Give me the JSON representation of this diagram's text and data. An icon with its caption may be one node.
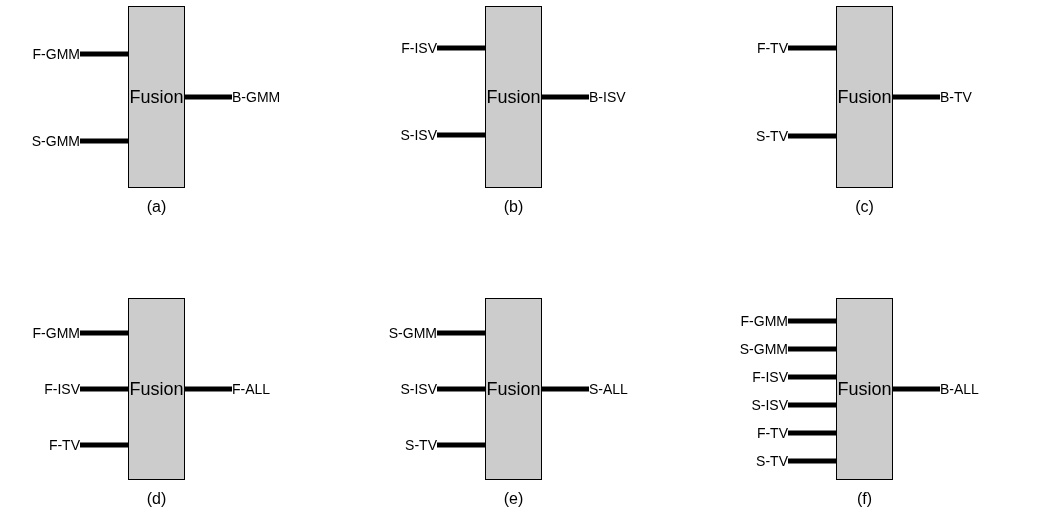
{
  "diagram": {
    "nodes": [
      {
        "text": [
          "Fusion"
        ],
        "beside": [
          "(a)"
        ]
      },
      {
        "text": [
          "F-GMM"
        ]
      },
      {
        "text": [
          "S-GMM"
        ]
      },
      {
        "text": [
          "B-GMM"
        ]
      },
      {
        "text": [
          "Fusion"
        ],
        "beside": [
          "(b)"
        ]
      },
      {
        "text": [
          "F-ISV"
        ]
      },
      {
        "text": [
          "S-ISV"
        ]
      },
      {
        "text": [
          "B-ISV"
        ]
      },
      {
        "text": [
          "Fusion"
        ],
        "beside": [
          "(c)"
        ]
      },
      {
        "text": [
          "F-TV"
        ]
      },
      {
        "text": [
          "S-TV"
        ]
      },
      {
        "text": [
          "B-TV"
        ]
      },
      {
        "text": [
          "Fusion"
        ],
        "beside": [
          "(d)"
        ]
      },
      {
        "text": [
          "F-GMM"
        ]
      },
      {
        "text": [
          "F-ISV"
        ]
      },
      {
        "text": [
          "F-TV"
        ]
      },
      {
        "text": [
          "F-ALL"
        ]
      },
      {
        "text": [
          "Fusion"
        ],
        "beside": [
          "(e)"
        ]
      },
      {
        "text": [
          "S-GMM"
        ]
      },
      {
        "text": [
          "S-ISV"
        ]
      },
      {
        "text": [
          "S-TV"
        ]
      },
      {
        "text": [
          "S-ALL"
        ]
      },
      {
        "text": [
          "Fusion"
        ],
        "beside": [
          "(f)"
        ]
      },
      {
        "text": [
          "F-GMM"
        ]
      },
      {
        "text": [
          "S-GMM"
        ]
      },
      {
        "text": [
          "F-ISV"
        ]
      },
      {
        "text": [
          "S-ISV"
        ]
      },
      {
        "text": [
          "F-TV"
        ]
      },
      {
        "text": [
          "S-TV"
        ]
      },
      {
        "text": [
          "B-ALL"
        ]
      }
    ],
    "edges": [
      {
        "from": 1,
        "to": 0,
        "arrow": "none"
      },
      {
        "from": 2,
        "to": 0,
        "arrow": "none"
      },
      {
        "from": 0,
        "to": 3,
        "arrow": "none"
      },
      {
        "from": 5,
        "to": 4,
        "arrow": "none"
      },
      {
        "from": 6,
        "to": 4,
        "arrow": "none"
      },
      {
        "from": 4,
        "to": 7,
        "arrow": "none"
      },
      {
        "from": 9,
        "to": 8,
        "arrow": "none"
      },
      {
        "from": 10,
        "to": 8,
        "arrow": "none"
      },
      {
        "from": 8,
        "to": 11,
        "arrow": "none"
      },
      {
        "from": 13,
        "to": 12,
        "arrow": "none"
      },
      {
        "from": 14,
        "to": 12,
        "arrow": "none"
      },
      {
        "from": 15,
        "to": 12,
        "arrow": "none"
      },
      {
        "from": 12,
        "to": 16,
        "arrow": "none"
      },
      {
        "from": 18,
        "to": 17,
        "arrow": "none"
      },
      {
        "from": 19,
        "to": 17,
        "arrow": "none"
      },
      {
        "from": 20,
        "to": 17,
        "arrow": "none"
      },
      {
        "from": 17,
        "to": 21,
        "arrow": "none"
      },
      {
        "from": 23,
        "to": 22,
        "arrow": "none"
      },
      {
        "from": 24,
        "to": 22,
        "arrow": "none"
      },
      {
        "from": 25,
        "to": 22,
        "arrow": "none"
      },
      {
        "from": 26,
        "to": 22,
        "arrow": "none"
      },
      {
        "from": 27,
        "to": 22,
        "arrow": "none"
      },
      {
        "from": 28,
        "to": 22,
        "arrow": "none"
      },
      {
        "from": 22,
        "to": 29,
        "arrow": "none"
      }
    ]
  }
}
